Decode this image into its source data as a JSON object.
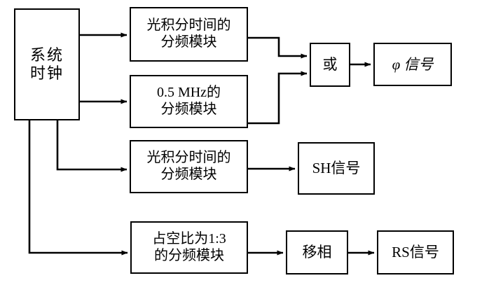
{
  "diagram": {
    "type": "block-diagram",
    "title": "",
    "stroke_color": "#000000",
    "fill_color": "#ffffff",
    "background": "#ffffff",
    "nodes": [
      {
        "id": "system-clock",
        "line1": "系统",
        "line2": "时钟"
      },
      {
        "id": "div-light-1",
        "line1": "光积分时间的",
        "line2": "分频模块"
      },
      {
        "id": "div-05mhz",
        "line1": "0.5 MHz的",
        "line2": "分频模块"
      },
      {
        "id": "or-gate",
        "line1": "或",
        "line2": ""
      },
      {
        "id": "phi-signal",
        "line1": "φ 信号",
        "line2": ""
      },
      {
        "id": "div-light-2",
        "line1": "光积分时间的",
        "line2": "分频模块"
      },
      {
        "id": "sh-signal",
        "line1": "SH信号",
        "line2": ""
      },
      {
        "id": "duty-div",
        "line1": "占空比为1:3",
        "line2": "的分频模块"
      },
      {
        "id": "phase-shift",
        "line1": "移相",
        "line2": ""
      },
      {
        "id": "rs-signal",
        "line1": "RS信号",
        "line2": ""
      }
    ],
    "edges": [
      {
        "from": "system-clock",
        "to": "div-light-1",
        "arrow": true
      },
      {
        "from": "system-clock",
        "to": "div-05mhz",
        "arrow": true
      },
      {
        "from": "system-clock",
        "to": "div-light-2",
        "arrow": true
      },
      {
        "from": "system-clock",
        "to": "duty-div",
        "arrow": true
      },
      {
        "from": "div-light-1",
        "to": "or-gate",
        "arrow": true
      },
      {
        "from": "div-05mhz",
        "to": "or-gate",
        "arrow": true
      },
      {
        "from": "or-gate",
        "to": "phi-signal",
        "arrow": true
      },
      {
        "from": "div-light-2",
        "to": "sh-signal",
        "arrow": true
      },
      {
        "from": "duty-div",
        "to": "phase-shift",
        "arrow": true
      },
      {
        "from": "phase-shift",
        "to": "rs-signal",
        "arrow": true
      }
    ]
  }
}
